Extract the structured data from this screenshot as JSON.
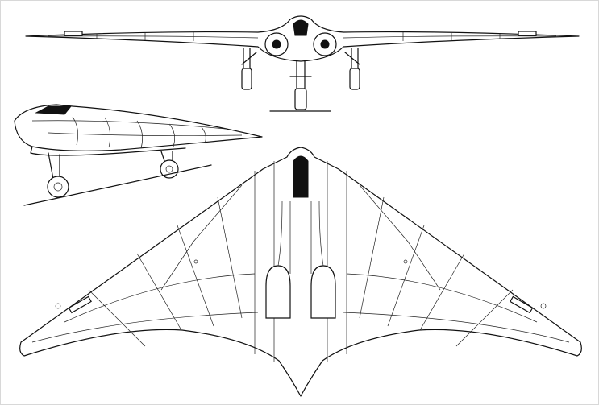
{
  "drawing": {
    "subject": "three-view-flying-wing",
    "views": [
      "front-view",
      "side-view",
      "top-view"
    ],
    "colors": {
      "line": "#111111",
      "background": "#ffffff",
      "frame": "#d8d8d8"
    }
  }
}
